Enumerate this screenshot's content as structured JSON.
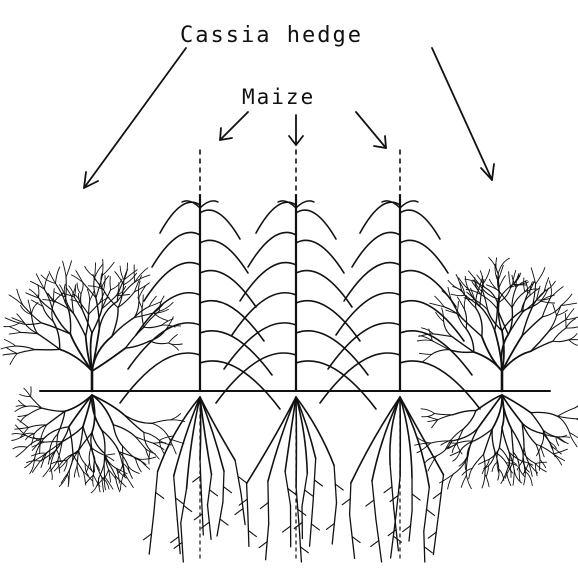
{
  "labels": {
    "hedge": "Cassia hedge",
    "crop": "Maize"
  },
  "plants": [
    {
      "kind": "hedge",
      "name": "cassia-hedge-left"
    },
    {
      "kind": "crop",
      "name": "maize-plant-1"
    },
    {
      "kind": "crop",
      "name": "maize-plant-2"
    },
    {
      "kind": "crop",
      "name": "maize-plant-3"
    },
    {
      "kind": "hedge",
      "name": "cassia-hedge-right"
    }
  ],
  "colors": {
    "ink": "#111111",
    "background": "#ffffff"
  }
}
